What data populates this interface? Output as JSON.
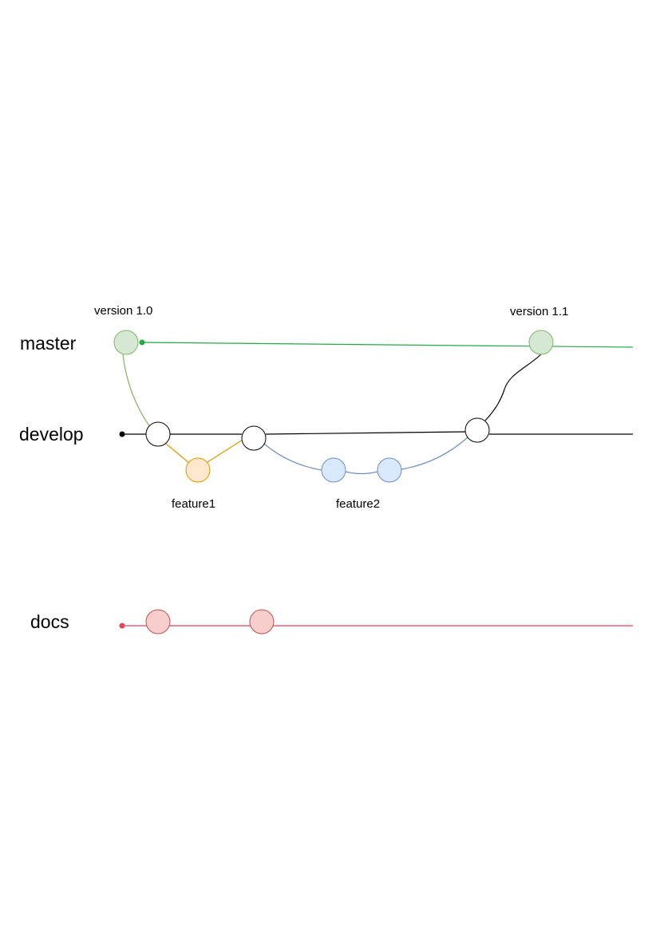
{
  "labels": {
    "master": "master",
    "develop": "develop",
    "docs": "docs",
    "version_1_0": "version 1.0",
    "version_1_1": "version 1.1",
    "feature1": "feature1",
    "feature2": "feature2"
  },
  "colors": {
    "master_stroke": "#22aa44",
    "master_fill": "#d5e8d4",
    "master_commit_stroke": "#82b366",
    "develop_stroke": "#000000",
    "develop_fill": "#ffffff",
    "feature1_stroke": "#d79b00",
    "feature1_fill": "#ffe6cc",
    "feature2_stroke": "#6c8ebf",
    "feature2_fill": "#dae8fc",
    "docs_stroke": "#e0455a",
    "docs_fill": "#f8cecc",
    "docs_commit_stroke": "#b85450"
  }
}
